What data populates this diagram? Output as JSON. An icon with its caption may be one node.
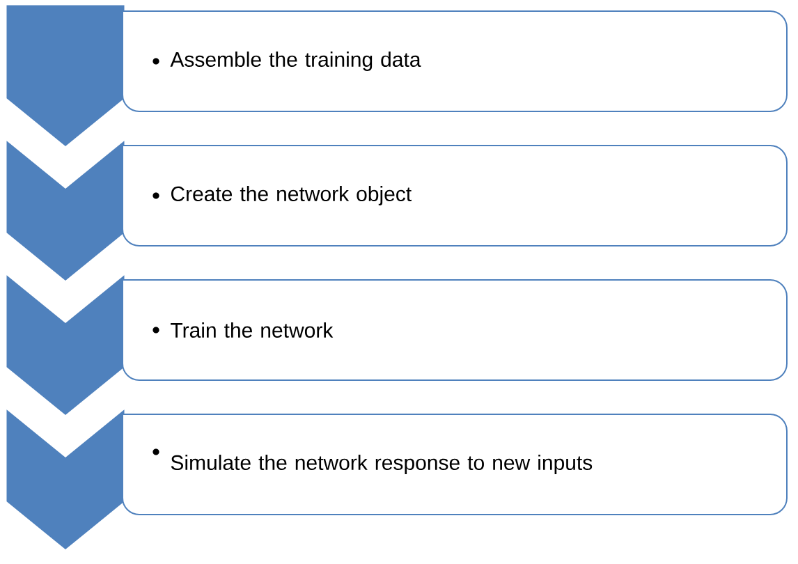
{
  "diagram": {
    "nodes": [
      {
        "text": [],
        "shape": "chevron"
      },
      {
        "text": [
          "Assemble the training data"
        ]
      },
      {
        "text": [],
        "shape": "chevron"
      },
      {
        "text": [
          "Create the network object"
        ]
      },
      {
        "text": [],
        "shape": "chevron"
      },
      {
        "text": [
          "Train the network"
        ]
      },
      {
        "text": [],
        "shape": "chevron"
      },
      {
        "text": [
          "Simulate the network response to new inputs"
        ]
      }
    ]
  }
}
